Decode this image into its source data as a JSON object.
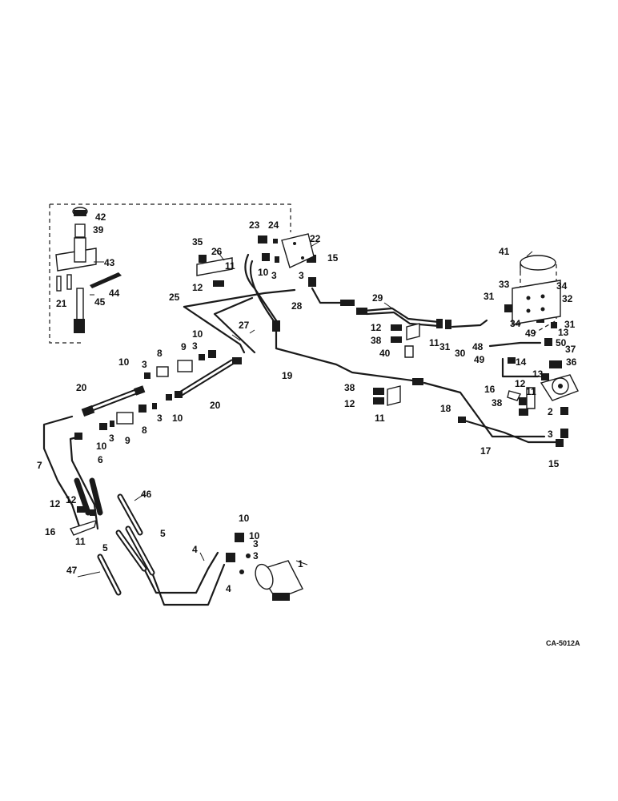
{
  "drawing_code": "CA-5012A",
  "callouts": [
    {
      "id": "c1",
      "text": "1"
    },
    {
      "id": "c2",
      "text": "2"
    },
    {
      "id": "c3a",
      "text": "3"
    },
    {
      "id": "c3b",
      "text": "3"
    },
    {
      "id": "c3c",
      "text": "3"
    },
    {
      "id": "c3d",
      "text": "3"
    },
    {
      "id": "c3e",
      "text": "3"
    },
    {
      "id": "c3f",
      "text": "3"
    },
    {
      "id": "c3g",
      "text": "3"
    },
    {
      "id": "c3h",
      "text": "3"
    },
    {
      "id": "c3i",
      "text": "3"
    },
    {
      "id": "c4a",
      "text": "4"
    },
    {
      "id": "c4b",
      "text": "4"
    },
    {
      "id": "c5a",
      "text": "5"
    },
    {
      "id": "c5b",
      "text": "5"
    },
    {
      "id": "c6",
      "text": "6"
    },
    {
      "id": "c7",
      "text": "7"
    },
    {
      "id": "c8a",
      "text": "8"
    },
    {
      "id": "c8b",
      "text": "8"
    },
    {
      "id": "c9a",
      "text": "9"
    },
    {
      "id": "c9b",
      "text": "9"
    },
    {
      "id": "c10a",
      "text": "10"
    },
    {
      "id": "c10b",
      "text": "10"
    },
    {
      "id": "c10c",
      "text": "10"
    },
    {
      "id": "c10d",
      "text": "10"
    },
    {
      "id": "c10e",
      "text": "10"
    },
    {
      "id": "c10f",
      "text": "10"
    },
    {
      "id": "c10g",
      "text": "10"
    },
    {
      "id": "c11a",
      "text": "11"
    },
    {
      "id": "c11b",
      "text": "11"
    },
    {
      "id": "c11c",
      "text": "11"
    },
    {
      "id": "c11d",
      "text": "11"
    },
    {
      "id": "c11e",
      "text": "11"
    },
    {
      "id": "c12a",
      "text": "12"
    },
    {
      "id": "c12b",
      "text": "12"
    },
    {
      "id": "c12c",
      "text": "12"
    },
    {
      "id": "c12d",
      "text": "12"
    },
    {
      "id": "c12e",
      "text": "12"
    },
    {
      "id": "c12f",
      "text": "12"
    },
    {
      "id": "c13a",
      "text": "13"
    },
    {
      "id": "c13b",
      "text": "13"
    },
    {
      "id": "c14",
      "text": "14"
    },
    {
      "id": "c15a",
      "text": "15"
    },
    {
      "id": "c15b",
      "text": "15"
    },
    {
      "id": "c16a",
      "text": "16"
    },
    {
      "id": "c16b",
      "text": "16"
    },
    {
      "id": "c17",
      "text": "17"
    },
    {
      "id": "c18",
      "text": "18"
    },
    {
      "id": "c19",
      "text": "19"
    },
    {
      "id": "c20a",
      "text": "20"
    },
    {
      "id": "c20b",
      "text": "20"
    },
    {
      "id": "c21",
      "text": "21"
    },
    {
      "id": "c22",
      "text": "22"
    },
    {
      "id": "c23",
      "text": "23"
    },
    {
      "id": "c24",
      "text": "24"
    },
    {
      "id": "c25",
      "text": "25"
    },
    {
      "id": "c26",
      "text": "26"
    },
    {
      "id": "c27",
      "text": "27"
    },
    {
      "id": "c28",
      "text": "28"
    },
    {
      "id": "c29",
      "text": "29"
    },
    {
      "id": "c30",
      "text": "30"
    },
    {
      "id": "c31a",
      "text": "31"
    },
    {
      "id": "c31b",
      "text": "31"
    },
    {
      "id": "c31c",
      "text": "31"
    },
    {
      "id": "c32",
      "text": "32"
    },
    {
      "id": "c33",
      "text": "33"
    },
    {
      "id": "c34a",
      "text": "34"
    },
    {
      "id": "c34b",
      "text": "34"
    },
    {
      "id": "c35",
      "text": "35"
    },
    {
      "id": "c36",
      "text": "36"
    },
    {
      "id": "c37",
      "text": "37"
    },
    {
      "id": "c38a",
      "text": "38"
    },
    {
      "id": "c38b",
      "text": "38"
    },
    {
      "id": "c38c",
      "text": "38"
    },
    {
      "id": "c39",
      "text": "39"
    },
    {
      "id": "c40",
      "text": "40"
    },
    {
      "id": "c41",
      "text": "41"
    },
    {
      "id": "c42",
      "text": "42"
    },
    {
      "id": "c43",
      "text": "43"
    },
    {
      "id": "c44",
      "text": "44"
    },
    {
      "id": "c45",
      "text": "45"
    },
    {
      "id": "c46",
      "text": "46"
    },
    {
      "id": "c47",
      "text": "47"
    },
    {
      "id": "c48",
      "text": "48"
    },
    {
      "id": "c49a",
      "text": "49"
    },
    {
      "id": "c49b",
      "text": "49"
    },
    {
      "id": "c50",
      "text": "50"
    }
  ]
}
